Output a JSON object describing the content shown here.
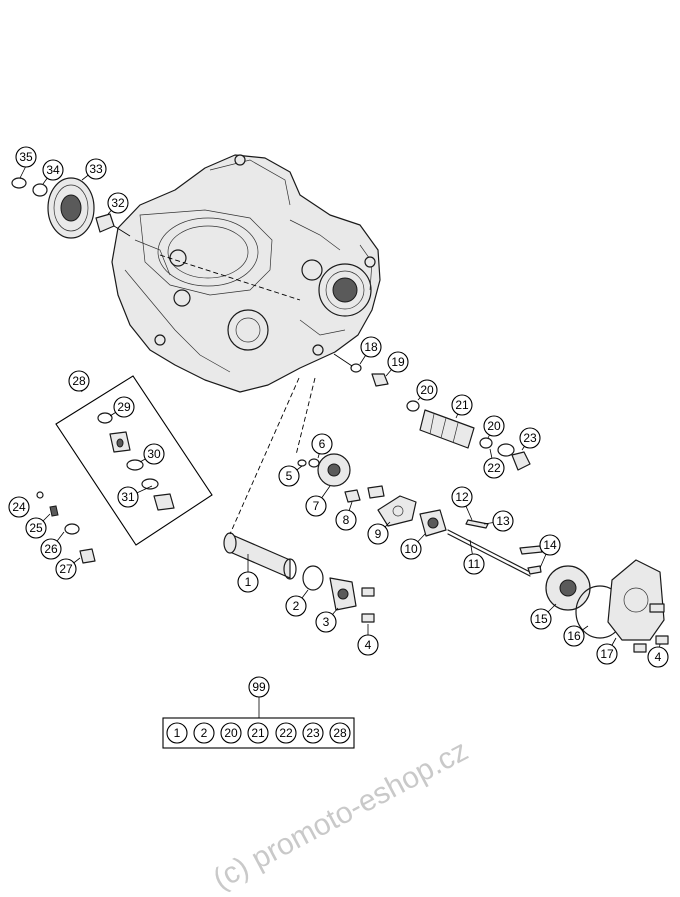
{
  "callouts": [
    "1",
    "2",
    "3",
    "4",
    "5",
    "6",
    "7",
    "8",
    "9",
    "10",
    "11",
    "12",
    "13",
    "14",
    "15",
    "16",
    "17",
    "4",
    "18",
    "19",
    "20",
    "21",
    "20",
    "22",
    "23",
    "24",
    "25",
    "26",
    "27",
    "28",
    "29",
    "30",
    "31",
    "32",
    "33",
    "34",
    "35",
    "99"
  ],
  "kit": {
    "label": "99",
    "items": [
      "1",
      "2",
      "20",
      "21",
      "22",
      "23",
      "28"
    ]
  },
  "watermark": "(c) promoto-eshop.cz"
}
